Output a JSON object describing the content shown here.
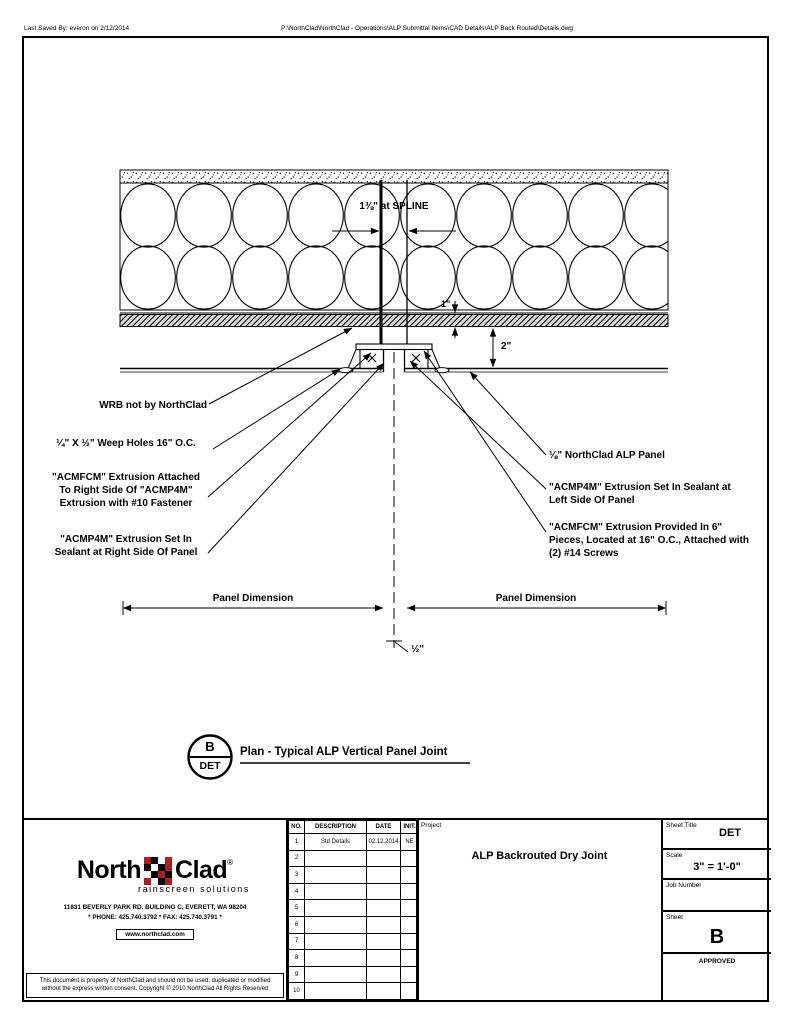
{
  "meta": {
    "last_saved": "Last Saved By: everon  on 2/12/2014",
    "file_path": "P:\\NorthClad\\NorthClad - Operations\\ALP Submittal Items\\CAD Details\\ALP Back Routed\\Details.dwg"
  },
  "drawing": {
    "dims": {
      "spline": "1⅜\" at SPLINE",
      "board": "1\"",
      "cavity": "2\"",
      "joint": "½\"",
      "panel": "Panel Dimension"
    },
    "labels_left": [
      {
        "text": "WRB not by NorthClad"
      },
      {
        "text": "¼\" X ½\" Weep Holes 16\" O.C."
      },
      {
        "text": "\"ACMFCM\" Extrusion Attached To Right Side Of \"ACMP4M\" Extrusion with #10 Fastener"
      },
      {
        "text": "\"ACMP4M\" Extrusion Set In Sealant at Right Side Of Panel"
      }
    ],
    "labels_right": [
      {
        "text": "⅛\" NorthClad ALP Panel"
      },
      {
        "text": "\"ACMP4M\" Extrusion Set In Sealant at Left Side Of Panel"
      },
      {
        "text": "\"ACMFCM\" Extrusion Provided In 6\" Pieces, Located at 16\" O.C., Attached with (2) #14 Screws"
      }
    ],
    "detail_bubble": {
      "letter": "B",
      "label": "DET"
    },
    "detail_title": "Plan - Typical ALP Vertical Panel Joint"
  },
  "titleblock": {
    "logo": {
      "name_left": "North",
      "name_right": "Clad",
      "registered": "®",
      "tagline": "rainscreen solutions"
    },
    "address_line1": "11831 BEVERLY PARK RD. BUILDING C, EVERETT, WA 98204",
    "address_line2": "* PHONE: 425.740.3792 * FAX: 425.740.3791 *",
    "address_line3": "www.northclad.com",
    "disclaimer": "This document is property of NorthClad and should not be used, duplicated or modified without the express written consent.  Copyright © 2010 NorthClad All Rights Reserved",
    "revisions": {
      "headers": {
        "no": "NO.",
        "description": "DESCRIPTION",
        "date": "DATE",
        "init": "INIT."
      },
      "rows": [
        {
          "no": "1",
          "description": "Std Details",
          "date": "02.12.2014",
          "init": "NE"
        },
        {
          "no": "2",
          "description": "",
          "date": "",
          "init": ""
        },
        {
          "no": "3",
          "description": "",
          "date": "",
          "init": ""
        },
        {
          "no": "4",
          "description": "",
          "date": "",
          "init": ""
        },
        {
          "no": "5",
          "description": "",
          "date": "",
          "init": ""
        },
        {
          "no": "6",
          "description": "",
          "date": "",
          "init": ""
        },
        {
          "no": "7",
          "description": "",
          "date": "",
          "init": ""
        },
        {
          "no": "8",
          "description": "",
          "date": "",
          "init": ""
        },
        {
          "no": "9",
          "description": "",
          "date": "",
          "init": ""
        },
        {
          "no": "10",
          "description": "",
          "date": "",
          "init": ""
        }
      ]
    },
    "project": {
      "label": "Project",
      "title": "ALP Backrouted Dry Joint"
    },
    "sheet_title": {
      "label": "Sheet Title",
      "value": "DET"
    },
    "scale": {
      "label": "Scale",
      "value": "3\" = 1'-0\""
    },
    "job_number": {
      "label": "Job Number",
      "value": ""
    },
    "sheet": {
      "label": "Sheet",
      "value": "B"
    },
    "approved": {
      "label": "APPROVED"
    }
  },
  "colors": {
    "brand_red": "#a82025",
    "line": "#000000"
  }
}
